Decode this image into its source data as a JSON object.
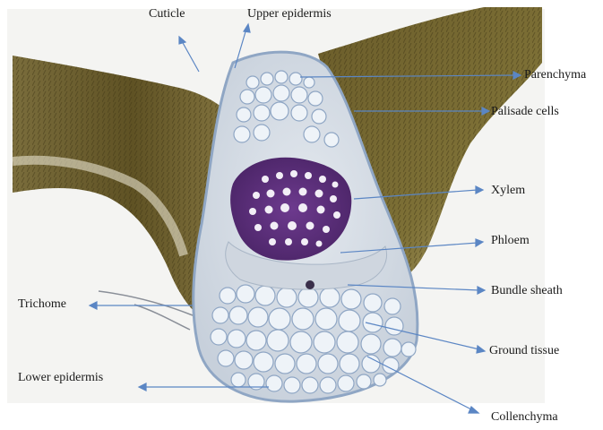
{
  "labels": {
    "cuticle": "Cuticle",
    "upper_epidermis": "Upper epidermis",
    "parenchyma": "Parenchyma",
    "palisade_cells": "Palisade cells",
    "xylem": "Xylem",
    "phloem": "Phloem",
    "bundle_sheath": "Bundle sheath",
    "trichome": "Trichome",
    "ground_tissue": "Ground tissue",
    "lower_epidermis": "Lower epidermis",
    "collenchyma": "Collenchyma"
  },
  "colors": {
    "arrow": "#5b86c4",
    "palisade": "#6b5a2a",
    "xylem_stain": "#5a2f7a",
    "cell_wall": "#8fa6c4",
    "cell_fill": "#eef3f8"
  }
}
